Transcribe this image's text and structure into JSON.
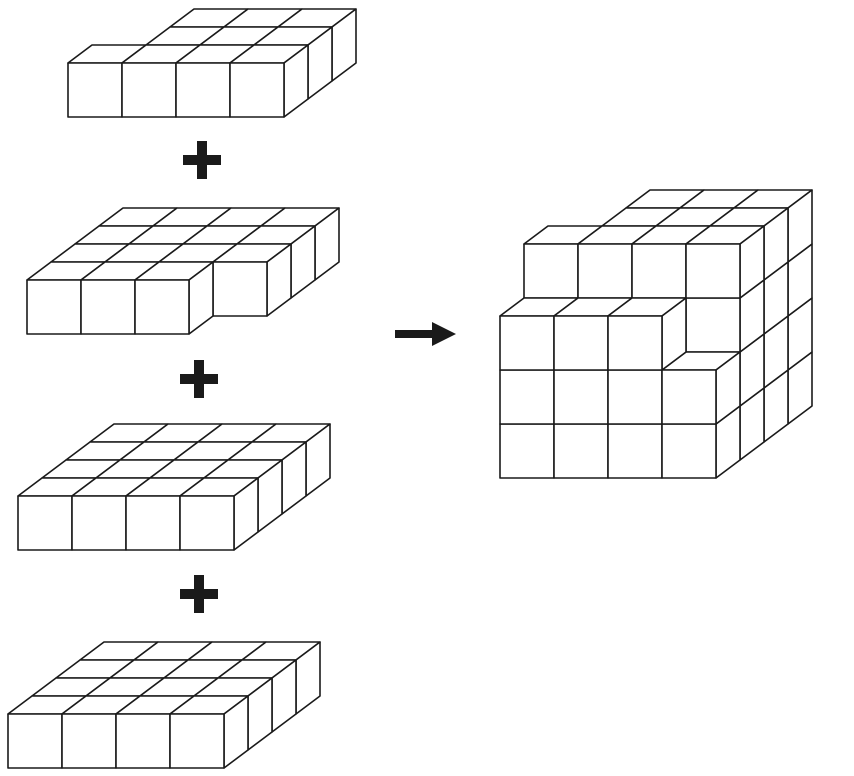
{
  "diagram": {
    "operators": {
      "plus_symbol": "+",
      "arrow_symbol": "→"
    },
    "layers": [
      {
        "name": "layer-1-top",
        "columns": 4,
        "depth": 3,
        "missing": [
          [
            0,
            1
          ],
          [
            0,
            2
          ]
        ]
      },
      {
        "name": "layer-2",
        "columns": 4,
        "depth": 4,
        "missing": [
          [
            3,
            0
          ]
        ]
      },
      {
        "name": "layer-3",
        "columns": 4,
        "depth": 4,
        "missing": []
      },
      {
        "name": "layer-4-bottom",
        "columns": 4,
        "depth": 4,
        "missing": []
      }
    ],
    "result": {
      "columns": 4,
      "depth": 4,
      "levels": 4
    },
    "colors": {
      "line": "#1a1a1a",
      "fill": "#ffffff"
    }
  }
}
